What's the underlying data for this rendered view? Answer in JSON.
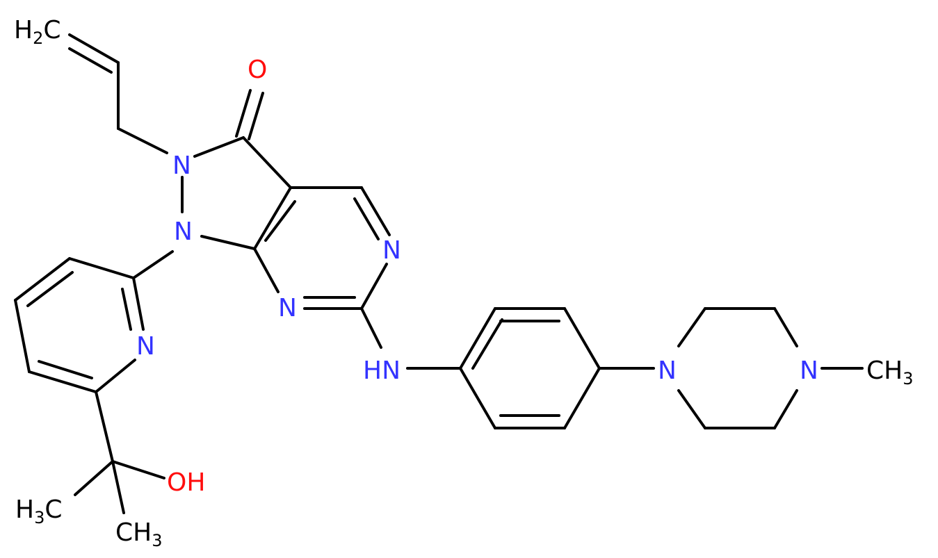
{
  "colors": {
    "background": "#ffffff",
    "bond": "#000000",
    "nitrogen": "#3333ff",
    "oxygen": "#ff0d0d",
    "carbon": "#000000"
  },
  "atoms": {
    "h2c_terminal": {
      "main": "H",
      "sub": "2",
      "tail": "C"
    },
    "oxygen_carbonyl": {
      "main": "O"
    },
    "n_pyrazole_2": {
      "main": "N"
    },
    "n_pyrazole_1": {
      "main": "N"
    },
    "n_pyrimidine_top": {
      "main": "N"
    },
    "n_pyrimidine_bottom": {
      "main": "N"
    },
    "n_pyridine": {
      "main": "N"
    },
    "nh_amine": {
      "main": "HN"
    },
    "n_piperazine_1": {
      "main": "N"
    },
    "n_piperazine_4": {
      "main": "N"
    },
    "ch3_methyl_piperazine": {
      "main": "CH",
      "sub": "3"
    },
    "oh_hydroxyl": {
      "main": "OH"
    },
    "h3c_methyl_left": {
      "main": "H",
      "sub": "3",
      "tail": "C"
    },
    "ch3_methyl_bottom": {
      "main": "CH",
      "sub": "3"
    }
  }
}
